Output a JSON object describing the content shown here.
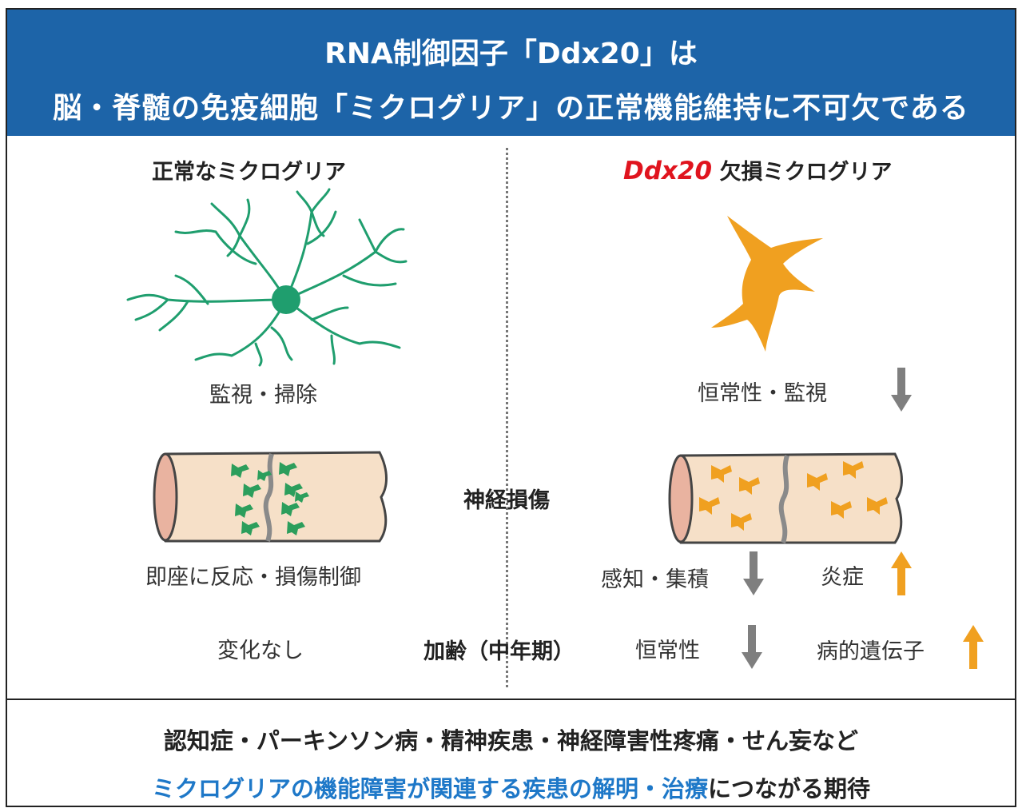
{
  "header": {
    "line1": "RNA制御因子「Ddx20」は",
    "line2": "脳・脊髄の免疫細胞「ミクログリア」の正常機能維持に不可欠である"
  },
  "left": {
    "title": "正常なミクログリア",
    "function_label": "監視・掃除",
    "injury_response": "即座に反応・損傷制御",
    "aging_result": "変化なし"
  },
  "right": {
    "title_gene": "Ddx20",
    "title_rest": "欠損ミクログリア",
    "homeostasis_surveillance": "恒常性・監視",
    "sensing_accumulation": "感知・集積",
    "inflammation": "炎症",
    "homeostasis": "恒常性",
    "pathogenic_genes": "病的遺伝子"
  },
  "center": {
    "nerve_injury": "神経損傷",
    "aging": "加齢（中年期）"
  },
  "footer": {
    "line1": "認知症・パーキンソン病・精神疾患・神経障害性疼痛・せん妄など",
    "line2_blue": "ミクログリアの機能障害が関連する疾患の解明・治療",
    "line2_black": "につながる期待"
  },
  "colors": {
    "header_bg": "#1d64a8",
    "gene_red": "#e0141e",
    "normal_microglia_green": "#1f9e6e",
    "deficient_microglia_orange": "#f0a020",
    "arrow_down_gray": "#7f7f7f",
    "arrow_up_orange": "#f0a020",
    "footer_blue": "#1e78c8"
  },
  "arrows": {
    "homeostasis_surveillance": "down",
    "sensing_accumulation": "down",
    "inflammation": "up",
    "homeostasis": "down",
    "pathogenic_genes": "up"
  }
}
